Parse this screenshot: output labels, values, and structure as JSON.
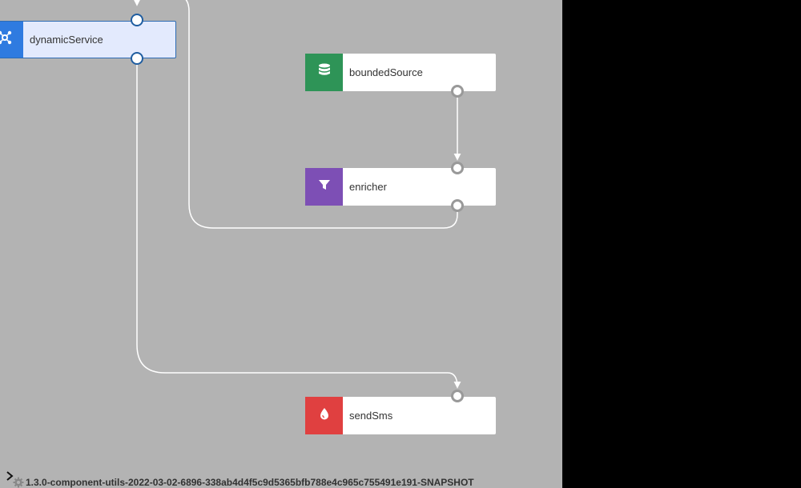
{
  "nodes": {
    "dynamic_service": {
      "label": "dynamicService",
      "icon": "flow-gears-icon",
      "color": "#2f7be0"
    },
    "bounded_source": {
      "label": "boundedSource",
      "icon": "database-icon",
      "color": "#2e9457"
    },
    "enricher": {
      "label": "enricher",
      "icon": "filter-icon",
      "color": "#7d4fb5"
    },
    "send_sms": {
      "label": "sendSms",
      "icon": "drop-icon",
      "color": "#e04040"
    }
  },
  "footer": {
    "version": "1.3.0-component-utils-2022-03-02-6896-338ab4d4f5c9d5365bfb788e4c965c755491e191-SNAPSHOT",
    "toggle_icon": "chevron-right-icon"
  },
  "colors": {
    "canvas": "#b3b3b3",
    "selected_border": "#2d6bb4",
    "selected_fill": "#e3eafd",
    "edge": "#ffffff"
  }
}
